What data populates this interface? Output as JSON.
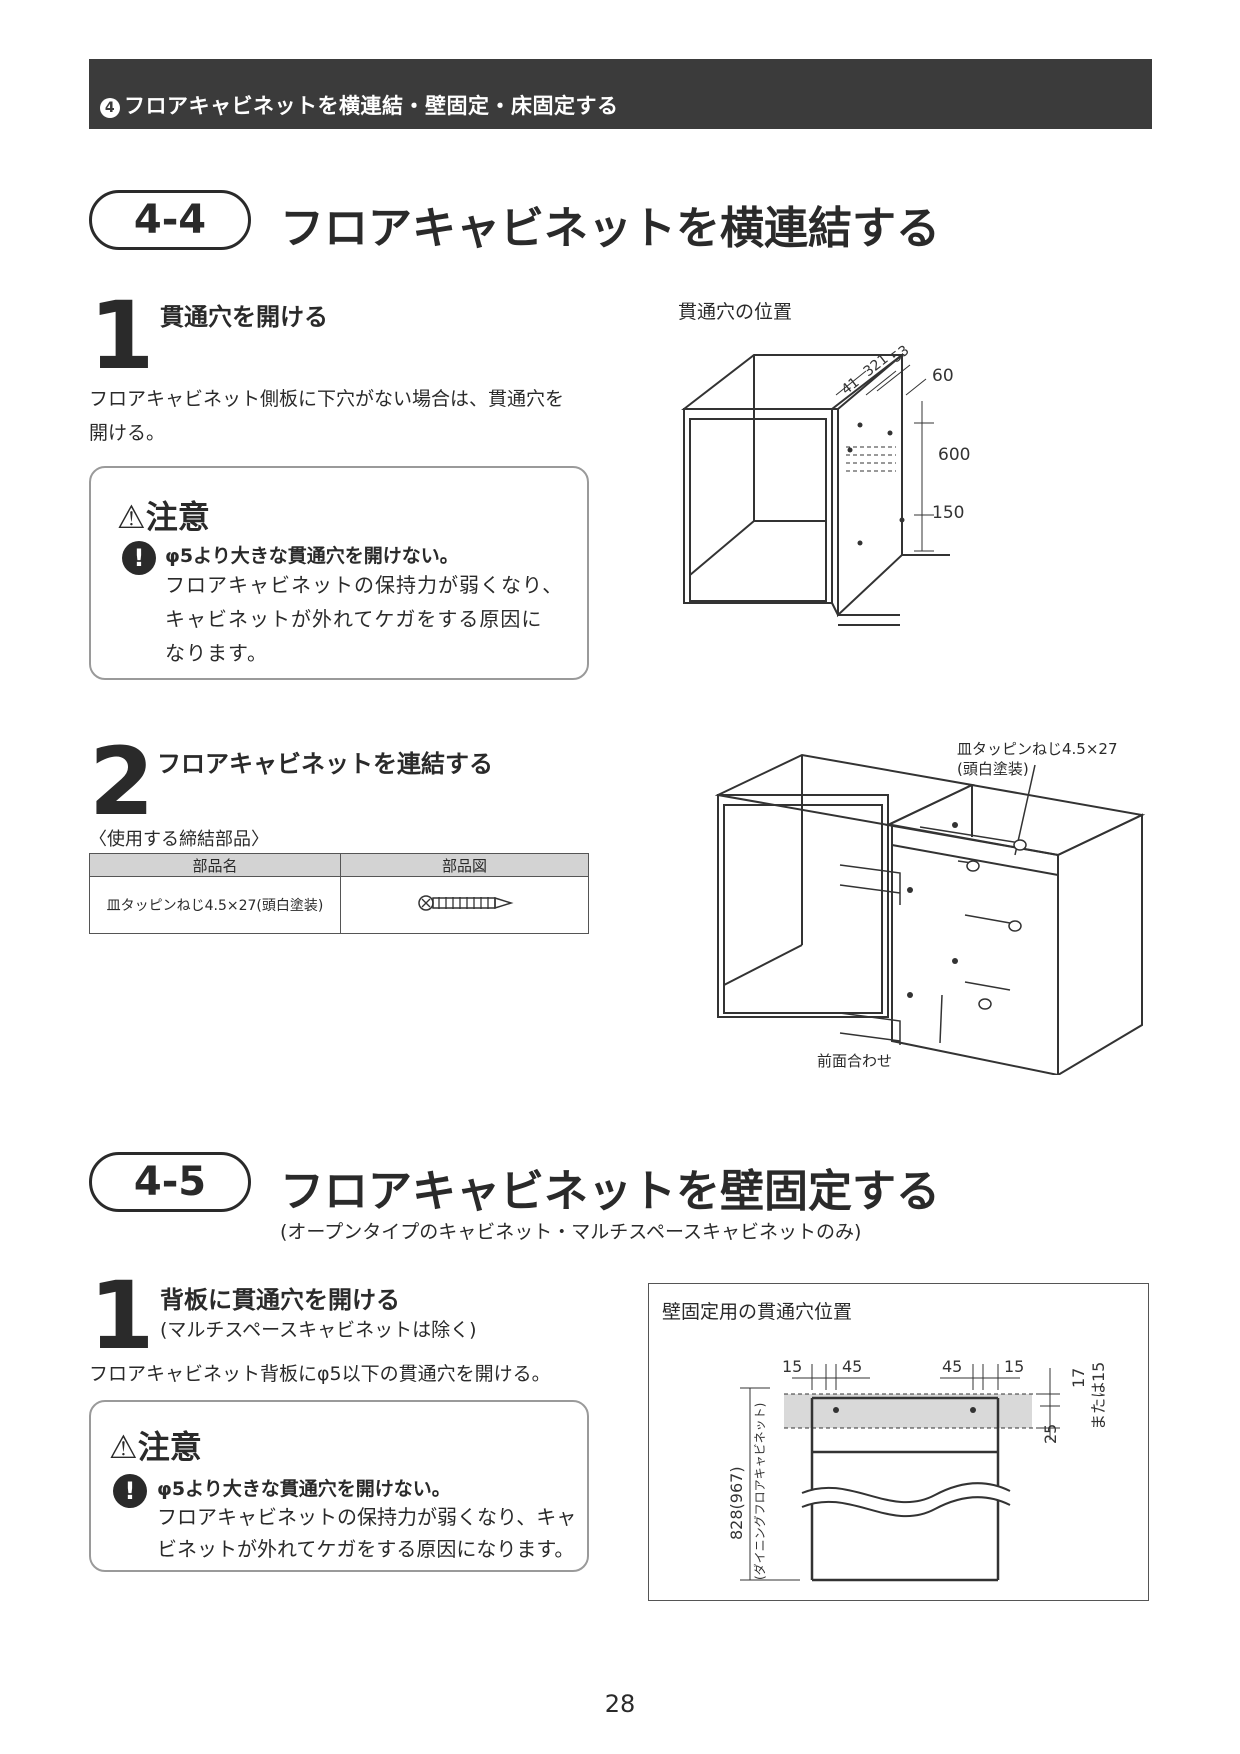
{
  "header": {
    "num": "4",
    "text": "フロアキャビネットを横連結・壁固定・床固定する"
  },
  "sec44": {
    "num": "4-4",
    "title": "フロアキャビネットを横連結する",
    "step1": {
      "num": "1",
      "title": "貫通穴を開ける",
      "line1": "フロアキャビネット側板に下穴がない場合は、貫通穴を",
      "line2": "開ける。",
      "caution_title": "注意",
      "caution_bold": "φ5より大きな貫通穴を開けない。",
      "caution_line1": "フロアキャビネットの保持力が弱くなり、",
      "caution_line2": "キャビネットが外れてケガをする原因に",
      "caution_line3": "なります。",
      "fig_caption": "貫通穴の位置",
      "dims": {
        "d41": "41",
        "d321": "321",
        "d53": "53",
        "d60": "60",
        "d600": "600",
        "d150": "150"
      }
    },
    "step2": {
      "num": "2",
      "title": "フロアキャビネットを連結する",
      "parts_caption": "〈使用する締結部品〉",
      "table_headers": [
        "部品名",
        "部品図"
      ],
      "part_name": "皿タッピンねじ4.5×27(頭白塗装)",
      "fig_label_screw1": "皿タッピンねじ4.5×27",
      "fig_label_screw2": "(頭白塗装)",
      "fig_label_front": "前面合わせ"
    }
  },
  "sec45": {
    "num": "4-5",
    "title": "フロアキャビネットを壁固定する",
    "subtitle": "(オープンタイプのキャビネット・マルチスペースキャビネットのみ)",
    "step1": {
      "num": "1",
      "title": "背板に貫通穴を開ける",
      "subtitle": "(マルチスペースキャビネットは除く)",
      "line1": "フロアキャビネット背板にφ5以下の貫通穴を開ける。",
      "caution_title": "注意",
      "caution_bold": "φ5より大きな貫通穴を開けない。",
      "caution_line1": "フロアキャビネットの保持力が弱くなり、キャ",
      "caution_line2": "ビネットが外れてケガをする原因になります。",
      "fig_caption": "壁固定用の貫通穴位置",
      "dims": {
        "d15a": "15",
        "d45a": "45",
        "d45b": "45",
        "d15b": "15",
        "d17": "17",
        "d15c": "または15",
        "d25": "25",
        "d828": "828(967)",
        "note": "(ダイニングフロアキャビネット)"
      }
    }
  },
  "page_number": "28"
}
